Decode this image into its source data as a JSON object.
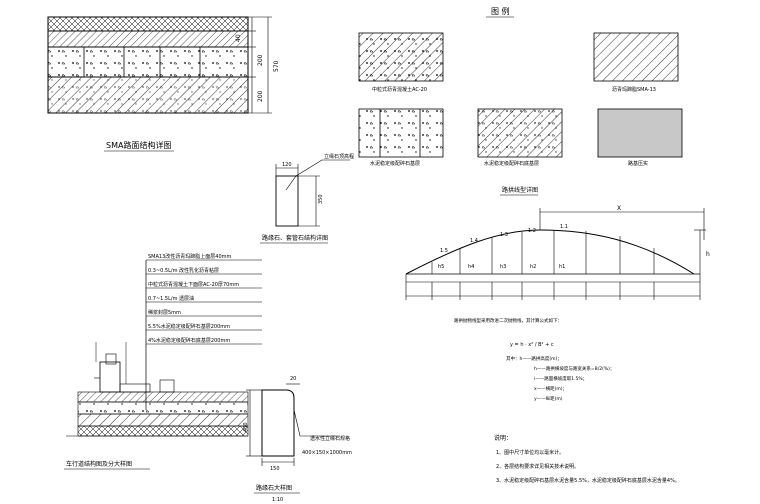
{
  "legend": {
    "title": "图  例",
    "items": [
      {
        "label": "中粒式沥青混凝土AC-20"
      },
      {
        "label": "沥青玛蹄脂SMA-13"
      },
      {
        "label": "水泥稳定级配碎石基层"
      },
      {
        "label": "水泥稳定级配碎石底基层"
      },
      {
        "label": "路基压实"
      }
    ]
  },
  "sma_section": {
    "title": "SMA路面结构详图",
    "dims": [
      "40",
      "200",
      "200",
      "570"
    ]
  },
  "curb_detail": {
    "title": "路缘石、套管石结构详图",
    "top_dim": "120",
    "note": "立缘石顶高程",
    "side_dim": "350"
  },
  "crown": {
    "title": "路拱线型详图",
    "top_dim": "X",
    "right_dim": "h",
    "segment_labels": [
      "h5",
      "h4",
      "h3",
      "h2",
      "h1"
    ],
    "arc_labels": [
      "1.5",
      "1.4",
      "1.3",
      "1.2",
      "1.1"
    ],
    "note": "路拱抛物线型采用改进二次抛物线，其计算公式如下：",
    "formula_lines": [
      "y = h · x² / B² + c",
      "其中：h——路拱高度(m)；",
      "h——路拱横坡度与路宽关系=B/2(%)；",
      "i——路面横坡度取1.5%；",
      "x——横距(m)；",
      "y——纵距(m)"
    ]
  },
  "layers": {
    "items": [
      "SMA13改性沥青玛蹄脂上面层40mm",
      "0.3~0.5L/m 改性乳化沥青粘层",
      "中粒式沥青混凝土下面层AC-20厚70mm",
      "0.7~1.5L/m 透层油",
      "稀浆封层5mm",
      "5.5%水泥稳定级配碎石基层200mm",
      "4%水泥稳定级配碎石底基层200mm"
    ],
    "bottom_title": "车行道结构图及分大样图"
  },
  "curb_stone": {
    "dims": {
      "top": "20",
      "height": "400",
      "bottom": "150"
    },
    "note_line1": "透水性立缘石规格",
    "note_line2": "400×150×1000mm",
    "title": "路缘石大样图",
    "scale": "1:10"
  },
  "notes": {
    "title": "说明：",
    "items": [
      "1、图中尺寸单位均以毫米计。",
      "2、各层结构要求详见相关技术说明。",
      "3、水泥稳定级配碎石基层水泥含量5.5%，水泥稳定级配碎石底基层水泥含量4%。"
    ]
  }
}
